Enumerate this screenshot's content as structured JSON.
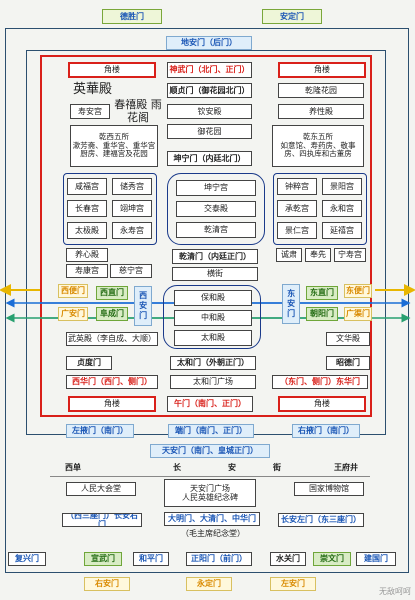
{
  "diagram": {
    "top_gates": [
      "德胜门",
      "安定门"
    ],
    "dian_an_men": "地安门（后门）",
    "top_row": {
      "left": "角楼",
      "center": "神武门（北门、正门）",
      "right": "角楼"
    },
    "row2": {
      "left": "英華殿",
      "center": "顺贞门（御花园北门）",
      "right": "乾隆花园"
    },
    "row3": {
      "left": "寿安宫",
      "center": "钦安殿",
      "right": "养性殿"
    },
    "overlay_text": "春禧殿 雨花阁",
    "yuhuayuan": "御花园",
    "west_five": "乾西五所\n漱芳斋、重华宫、重华宫厨房、建福宫及花园",
    "east_five": "乾东五所\n如意馆、寿药房、敬事房、四执库和古董房",
    "kunning_gate": "坤宁门（内廷北门）",
    "west_six": [
      "咸福宫",
      "储秀宫",
      "长春宫",
      "翊坤宫",
      "太极殿",
      "永寿宫"
    ],
    "inner_center": [
      "坤宁宫",
      "交泰殿",
      "乾清宫"
    ],
    "east_six": [
      "钟粹宫",
      "景阳宫",
      "承乾宫",
      "永和宫",
      "景仁宫",
      "延禧宫"
    ],
    "yangxin": "养心殿",
    "shouhuang": "寿康宫",
    "cining": "慈宁宫",
    "qianqing_gate": "乾清门（内廷正门）",
    "hengjie": "横街",
    "jiyong_row": [
      "诚肃",
      "奉先",
      "宁寿宫"
    ],
    "west_gate": "西便门",
    "west_gates2": [
      "西直门",
      "阜成门"
    ],
    "west_an_men": "西安门",
    "guangan": "广安门",
    "outer_center": [
      "保和殿",
      "中和殿",
      "太和殿"
    ],
    "east_an_men": "东安门",
    "east_gates2": [
      "东直门",
      "朝阳门"
    ],
    "east_gate": "东便门",
    "guangqu": "广渠门",
    "wuying": "武英殿（李自成、大顺）",
    "wenhua": "文华殿",
    "zhende": "贞度门",
    "taihe_gate": "太和门（外朝正门）",
    "zhaode": "昭德门",
    "xihua": "西华门（西门、侧门）",
    "taihe_square": "太和门广场",
    "donghua": "（东门、侧门）东华门",
    "bottom_row": {
      "left": "角楼",
      "center": "午门（南门、正门）",
      "right": "角楼"
    },
    "left_ye": "左掖门（南门）",
    "duan": "端门（南门、正门）",
    "right_ye": "右掖门（南门）",
    "tiananmen": "天安门（南门、皇城正门）",
    "street": [
      "西单",
      "长",
      "安",
      "街",
      "王府井"
    ],
    "renmin": "人民大会堂",
    "square": "天安门广场\n人民英雄纪念碑",
    "museum": "国家博物馆",
    "changan_west": "（西三座门）长安右门",
    "daming": "大明门、大清门、中华门",
    "mao": "（毛主席纪念堂）",
    "changan_east": "长安左门（东三座门）",
    "city_gates": [
      "复兴门",
      "宣武门",
      "和平门",
      "正阳门（前门）",
      "水关门",
      "崇文门",
      "建国门"
    ],
    "bottom_gates": [
      "右安门",
      "永定门",
      "左安门"
    ],
    "watermark": "无敌呵呵"
  }
}
